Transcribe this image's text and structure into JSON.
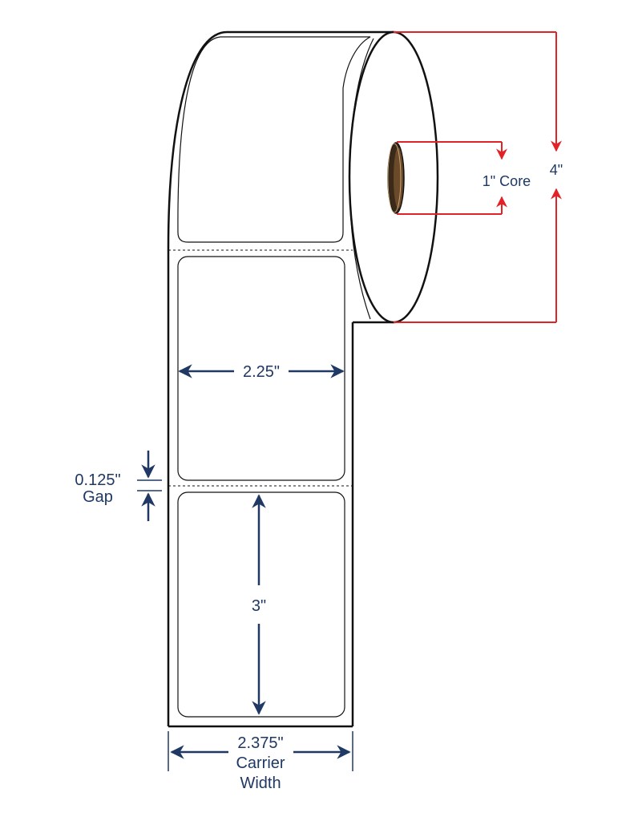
{
  "colors": {
    "outline": "#111111",
    "navy_dimension": "#1f3864",
    "red_dimension": "#e32227",
    "core_fill": "#3b2a1a",
    "core_inner": "#6b4a2a",
    "background": "#ffffff"
  },
  "dimensions": {
    "label_width": "2.25\"",
    "label_height": "3\"",
    "gap_value": "0.125\"",
    "gap_word": "Gap",
    "carrier_value": "2.375\"",
    "carrier_word1": "Carrier",
    "carrier_word2": "Width",
    "core": "1\" Core",
    "roll_diameter": "4\""
  }
}
